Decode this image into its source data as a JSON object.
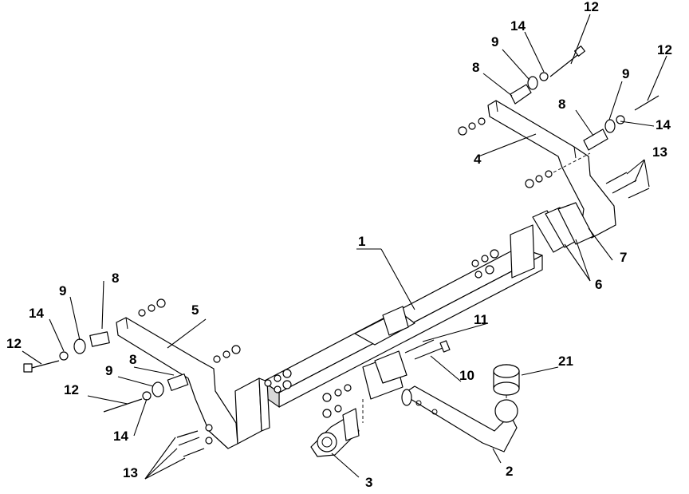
{
  "labels": {
    "l1": "1",
    "l2": "2",
    "l3": "3",
    "l4": "4",
    "l5": "5",
    "l6": "6",
    "l7": "7",
    "l8a": "8",
    "l8b": "8",
    "l8c": "8",
    "l8d": "8",
    "l9a": "9",
    "l9b": "9",
    "l9c": "9",
    "l9d": "9",
    "l10": "10",
    "l11": "11",
    "l12a": "12",
    "l12b": "12",
    "l12c": "12",
    "l12d": "12",
    "l13a": "13",
    "l13b": "13",
    "l14a": "14",
    "l14b": "14",
    "l14c": "14",
    "l14d": "14",
    "l21": "21"
  }
}
